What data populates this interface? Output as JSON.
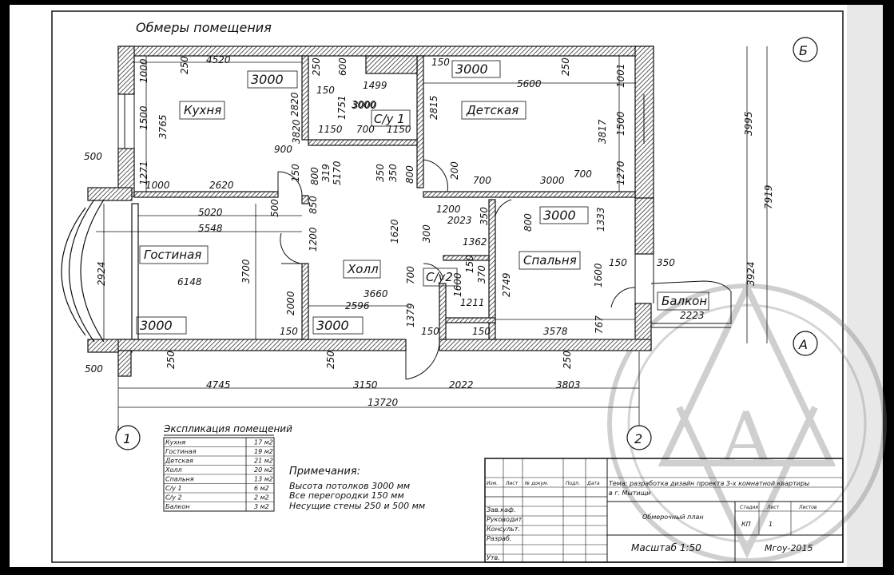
{
  "title": "Обмеры помещения",
  "axes": {
    "b": "Б",
    "a": "А",
    "one": "1",
    "two": "2"
  },
  "rooms": {
    "kitchen": "Кухня",
    "wc1": "С/у 1",
    "kids": "Детская",
    "living": "Гостиная",
    "hall": "Холл",
    "wc2": "С/у2",
    "bedroom": "Спальня",
    "balcony": "Балкон"
  },
  "heights": {
    "kitchen": "3000",
    "wc1": "3000",
    "kids": "3000",
    "living": "3000",
    "hall": "3000",
    "bedroom": "3000"
  },
  "dims": {
    "d4520": "4520",
    "d250a": "250",
    "d250b": "250",
    "d600": "600",
    "d150a": "150",
    "d1499": "1499",
    "d5600": "5600",
    "d250c": "250",
    "d1001": "1001",
    "d1000a": "1000",
    "d1500a": "1500",
    "d1271": "1271",
    "d1000b": "1000",
    "d3765": "3765",
    "d3820": "3820",
    "d2820": "2820",
    "d150b": "150",
    "d1751": "1751",
    "d3000a": "3000",
    "d1150a": "1150",
    "d700a": "700",
    "d1150b": "1150",
    "d2815": "2815",
    "d3817": "3817",
    "d1500b": "1500",
    "d1270": "1270",
    "d3995": "3995",
    "d7919": "7919",
    "d500a": "500",
    "d2620": "2620",
    "d900": "900",
    "d150c": "150",
    "d800a": "800",
    "d319": "319",
    "d5170": "5170",
    "d350a": "350",
    "d350b": "350",
    "d800b": "800",
    "d200": "200",
    "d700b": "700",
    "d3000b": "3000",
    "d700c": "700",
    "d5020": "5020",
    "d500b": "500",
    "d850": "850",
    "d5548": "5548",
    "d1200a": "1200",
    "d2023": "2023",
    "d800c": "800",
    "d1333": "1333",
    "d1200b": "1200",
    "d1620": "1620",
    "d300": "300",
    "d1362": "1362",
    "d2924": "2924",
    "d6148": "6148",
    "d3700": "3700",
    "d150d": "150",
    "d350c": "350",
    "d3924": "3924",
    "d700d": "700",
    "d150e": "150",
    "d370": "370",
    "d1600a": "1600",
    "d2749": "2749",
    "d1600b": "1600",
    "d3660": "3660",
    "d1211": "1211",
    "d2000": "2000",
    "d2596": "2596",
    "d1379": "1379",
    "d2223": "2223",
    "d150f": "150",
    "d150g": "150",
    "d150h": "150",
    "d3578": "3578",
    "d767": "767",
    "d500c": "500",
    "d250d": "250",
    "d250e": "250",
    "d250f": "250",
    "d4745": "4745",
    "d3150": "3150",
    "d2022": "2022",
    "d3803": "3803",
    "d13720": "13720"
  },
  "explication": {
    "title": "Экспликация помещений",
    "rows": [
      {
        "name": "Кухня",
        "area": "17 м2"
      },
      {
        "name": "Гостиная",
        "area": "19 м2"
      },
      {
        "name": "Детская",
        "area": "21 м2"
      },
      {
        "name": "Холл",
        "area": "20 м2"
      },
      {
        "name": "Спальня",
        "area": "13 м2"
      },
      {
        "name": "С/у 1",
        "area": "6 м2"
      },
      {
        "name": "С/у 2",
        "area": "2 м2"
      },
      {
        "name": "Балкон",
        "area": "3 м2"
      }
    ]
  },
  "notes": {
    "title": "Примечания:",
    "lines": [
      "Высота потолков 3000 мм",
      "Все перегородки 150 мм",
      "Несущие стены 250 и 500 мм"
    ]
  },
  "stamp": {
    "izm": "Изм.",
    "list": "Лист",
    "ndoc": "№ докум.",
    "podp": "Подп.",
    "data": "Дата",
    "theme_line1": "Тема: разработка дизайн проекта 3-х комнатной квартиры",
    "theme_line2": "в г. Мытищи",
    "zavkaf": "Зав.каф.",
    "rukovod": "Руководит.",
    "konsult": "Консульт.",
    "razrab": "Разраб.",
    "utv": "Утв.",
    "sheet_name": "Обмерочный план",
    "stadia": "Стадия",
    "list2": "Лист",
    "listov": "Листов",
    "kp": "КП",
    "one": "1",
    "scale": "Масштаб 1:50",
    "org": "Мгоу-2015"
  },
  "watermark_letter": "А",
  "colors": {
    "line": "#111111",
    "paper": "#ffffff",
    "hatch": "#555555"
  }
}
